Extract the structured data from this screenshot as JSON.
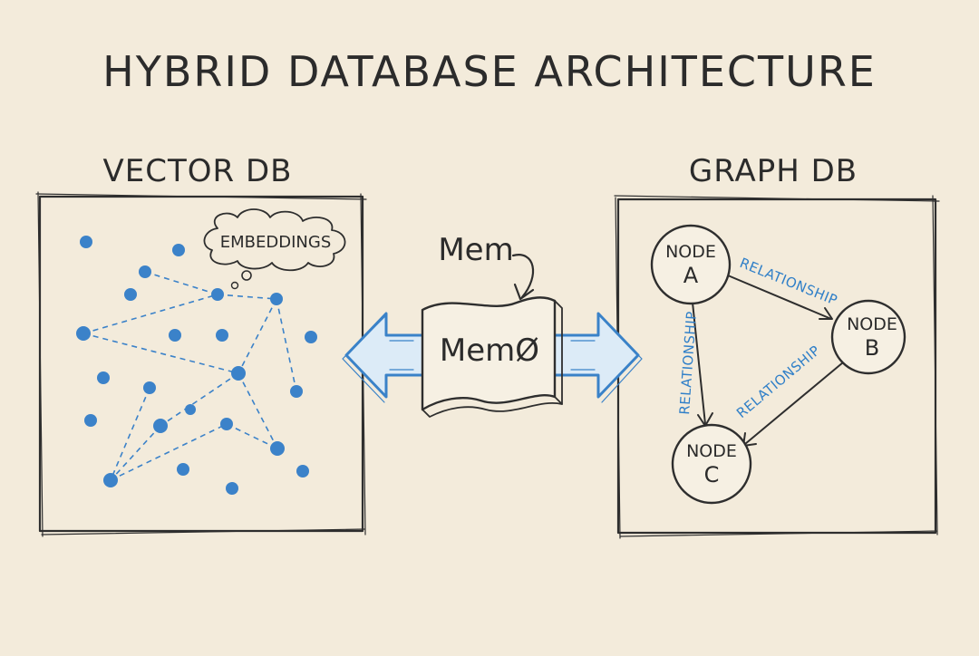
{
  "title": "HYBRID DATABASE ARCHITECTURE",
  "vector_db": {
    "label": "VECTOR DB",
    "cloud_label": "EMBEDDINGS"
  },
  "middle": {
    "caption": "Mem",
    "box_label": "MemØ"
  },
  "graph_db": {
    "label": "GRAPH DB",
    "nodes": [
      {
        "word": "NODE",
        "letter": "A"
      },
      {
        "word": "NODE",
        "letter": "B"
      },
      {
        "word": "NODE",
        "letter": "C"
      }
    ],
    "relationship_label": "RELATIONSHIP"
  },
  "colors": {
    "background": "#f3ebdb",
    "ink": "#2e2e2e",
    "accent_blue": "#3b82c9"
  }
}
